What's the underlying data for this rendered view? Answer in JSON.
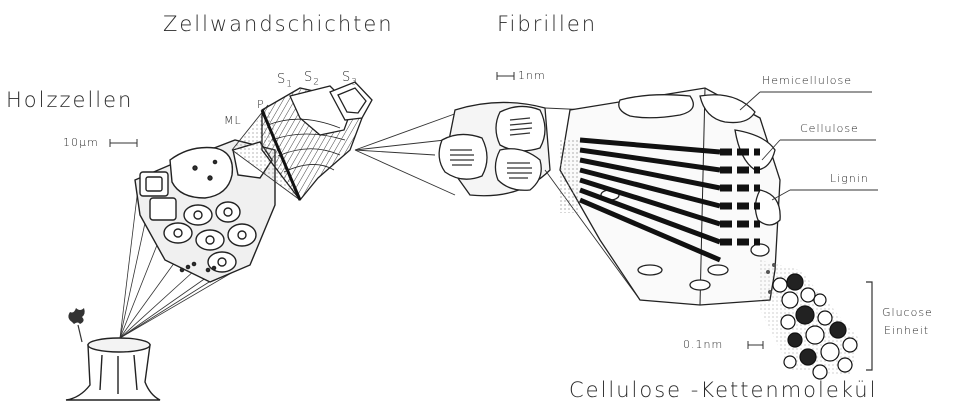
{
  "labels": {
    "zellwandschichten": "Zellwandschichten",
    "fibrillen": "Fibrillen",
    "holzzellen": "Holzzellen",
    "scale_10um": "10µm",
    "ml": "ML",
    "p": "P",
    "s1": "S",
    "s1_sub": "1",
    "s2": "S",
    "s2_sub": "2",
    "s3": "S",
    "s3_sub": "3",
    "scale_1nm": "1nm",
    "hemicellulose": "Hemicellulose",
    "cellulose": "Cellulose",
    "lignin": "Lignin",
    "glucose": "Glucose",
    "einheit": "Einheit",
    "scale_01nm": "0.1nm",
    "kettenmolekuel": "Cellulose -Kettenmolekül"
  },
  "colors": {
    "ink": "#222222",
    "background": "#ffffff",
    "shade": "#cfcfcf"
  }
}
